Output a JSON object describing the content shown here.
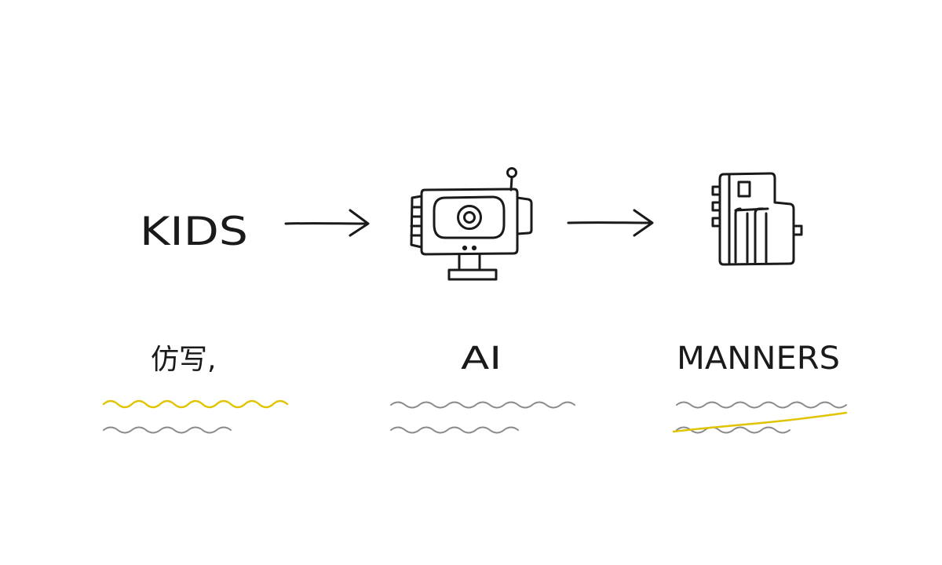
{
  "diagram": {
    "start_label": "KIDS",
    "captions": {
      "left": "仿写,",
      "middle": "AI",
      "right": "MANNERS"
    },
    "icons": {
      "middle": "robot-camera-icon",
      "right": "building-icon"
    },
    "colors": {
      "ink": "#1a1a1a",
      "squiggle_gray": "#8a8a8a",
      "highlight_yellow": "#e0c400"
    }
  }
}
